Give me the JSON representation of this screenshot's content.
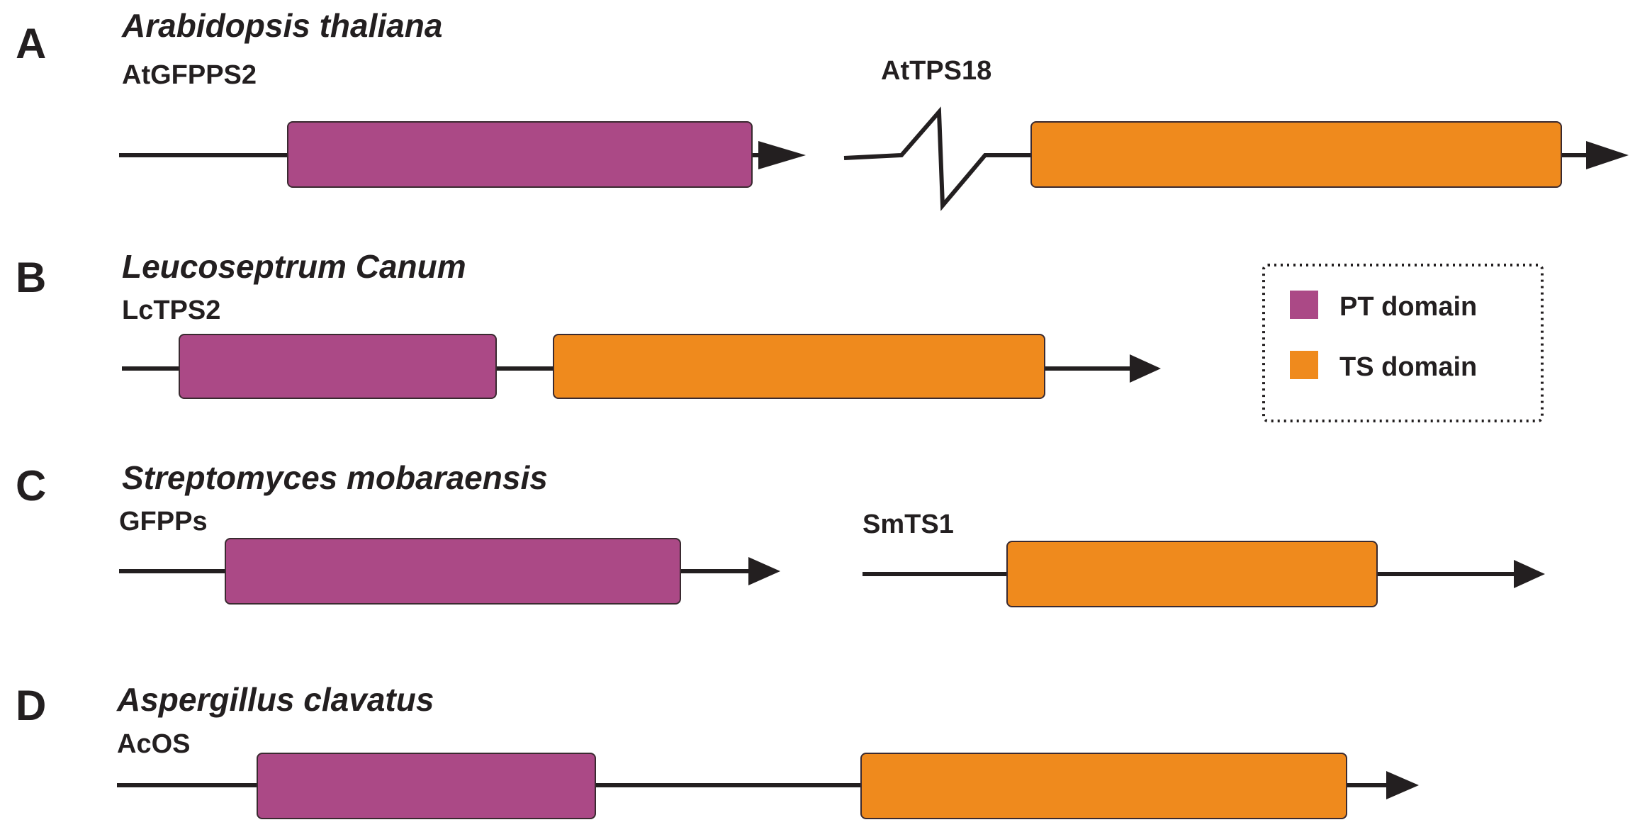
{
  "panels": [
    {
      "letter": "A",
      "species": "Arabidopsis thaliana",
      "genes": [
        "AtGFPPS2",
        "AtTPS18"
      ]
    },
    {
      "letter": "B",
      "species": "Leucoseptrum Canum",
      "genes": [
        "LcTPS2"
      ]
    },
    {
      "letter": "C",
      "species": "Streptomyces mobaraensis",
      "genes": [
        "GFPPs",
        "SmTS1"
      ]
    },
    {
      "letter": "D",
      "species": "Aspergillus clavatus",
      "genes": [
        "AcOS"
      ]
    }
  ],
  "legend": {
    "items": [
      {
        "label": "PT domain",
        "color": "#ab4986"
      },
      {
        "label": "TS domain",
        "color": "#ef8a1d"
      }
    ]
  },
  "colors": {
    "pt": "#ab4986",
    "ts": "#ef8a1d",
    "line": "#231f20"
  }
}
